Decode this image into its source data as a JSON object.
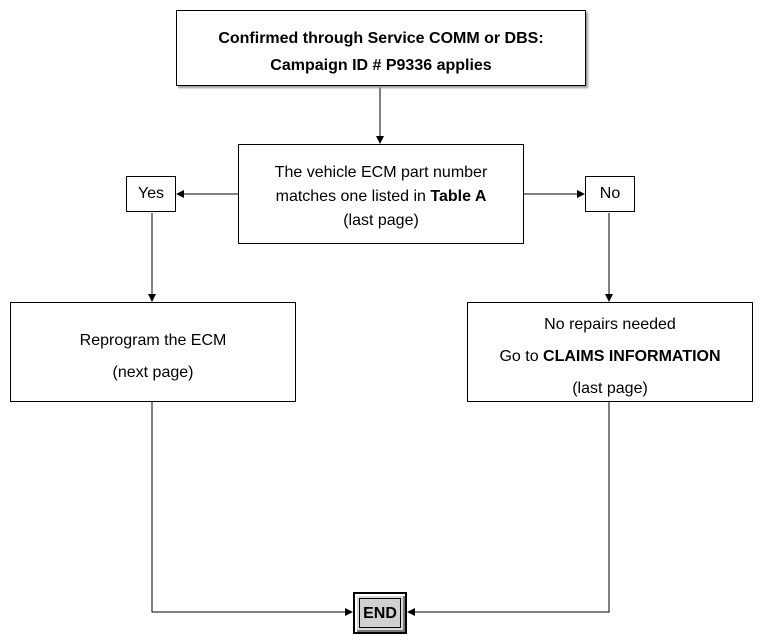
{
  "start": {
    "line1": "Confirmed through Service COMM or DBS:",
    "line2": "Campaign ID # P9336 applies"
  },
  "decision": {
    "line1": "The vehicle ECM part number",
    "line2_prefix": "matches one listed in ",
    "line2_bold": "Table A",
    "line3": "(last page)"
  },
  "yes_label": "Yes",
  "no_label": "No",
  "reprogram": {
    "line1": "Reprogram the ECM",
    "line2": "(next page)"
  },
  "no_repairs": {
    "line1": "No repairs needed",
    "line2_prefix": "Go to ",
    "line2_bold": "CLAIMS INFORMATION",
    "line3": "(last page)"
  },
  "end_label": "END"
}
